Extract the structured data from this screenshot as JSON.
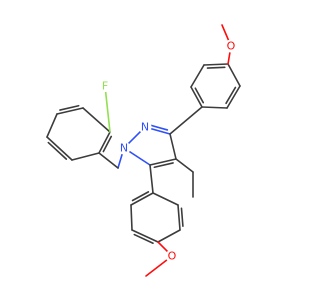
{
  "molecule": {
    "atom_labels": {
      "N_a": "N",
      "N_b": "N",
      "O_top": "O",
      "O_bottom": "O",
      "F": "F"
    },
    "colors": {
      "bond": "#3c3c3c",
      "nitrogen": "#3050f8",
      "oxygen": "#ff0d0d",
      "fluorine": "#90e050",
      "background": "#ffffff"
    }
  }
}
